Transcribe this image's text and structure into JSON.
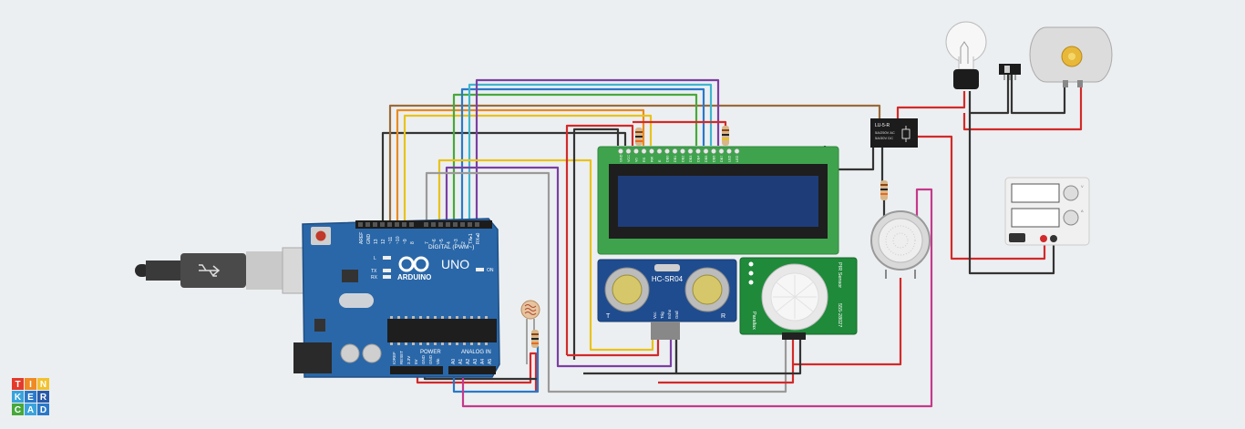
{
  "logo": {
    "letters": [
      "T",
      "I",
      "N",
      "K",
      "E",
      "R",
      "C",
      "A",
      "D"
    ]
  },
  "arduino": {
    "brand": "ARDUINO",
    "model": "UNO",
    "digital_header": "DIGITAL (PWM~)",
    "power_label": "POWER",
    "analog_label": "ANALOG IN",
    "on_label": "ON",
    "led_l": "L",
    "led_tx": "TX",
    "led_rx": "RX",
    "digital_pins": [
      "AREF",
      "GND",
      "13",
      "12",
      "~11",
      "~10",
      "~9",
      "8",
      "7",
      "~6",
      "~5",
      "4",
      "~3",
      "2",
      "TX▸1",
      "RX◂0"
    ],
    "power_pins": [
      "IOREF",
      "RESET",
      "3.3V",
      "5V",
      "GND",
      "GND",
      "Vin"
    ],
    "analog_pins": [
      "A0",
      "A1",
      "A2",
      "A3",
      "A4",
      "A5"
    ]
  },
  "lcd": {
    "pin_labels": [
      "GND",
      "VCC",
      "V0",
      "RS",
      "RW",
      "E",
      "DB0",
      "DB1",
      "DB2",
      "DB3",
      "DB4",
      "DB5",
      "DB6",
      "DB7",
      "LED",
      "LED"
    ]
  },
  "ultrasonic": {
    "model": "HC-SR04",
    "pins": [
      "Vcc",
      "Trig",
      "Echo",
      "Gnd"
    ],
    "left_mark": "T",
    "right_mark": "R"
  },
  "pir": {
    "label1": "PIR Sensor",
    "label2": "555-28027",
    "label3": "Parallax"
  },
  "relay": {
    "model": "LU-5-R",
    "line1": "5A/250V AC",
    "line2": "5A/30V DC"
  },
  "power_supply": {
    "v_label": "V",
    "a_label": "A"
  },
  "colors": {
    "board": "#2a67a8",
    "wire_black": "#333333",
    "wire_red": "#d22a2a",
    "wire_brown": "#9b6a3a",
    "wire_orange": "#e98a1e",
    "wire_yellow": "#e8c21b",
    "wire_green": "#47a83c",
    "wire_blue": "#2a78c8",
    "wire_cyan": "#3fb5cf",
    "wire_purple": "#7b3fa3",
    "wire_grey": "#9a9a9a",
    "wire_magenta": "#c43a8c",
    "pcb_green": "#1f8a3a"
  }
}
